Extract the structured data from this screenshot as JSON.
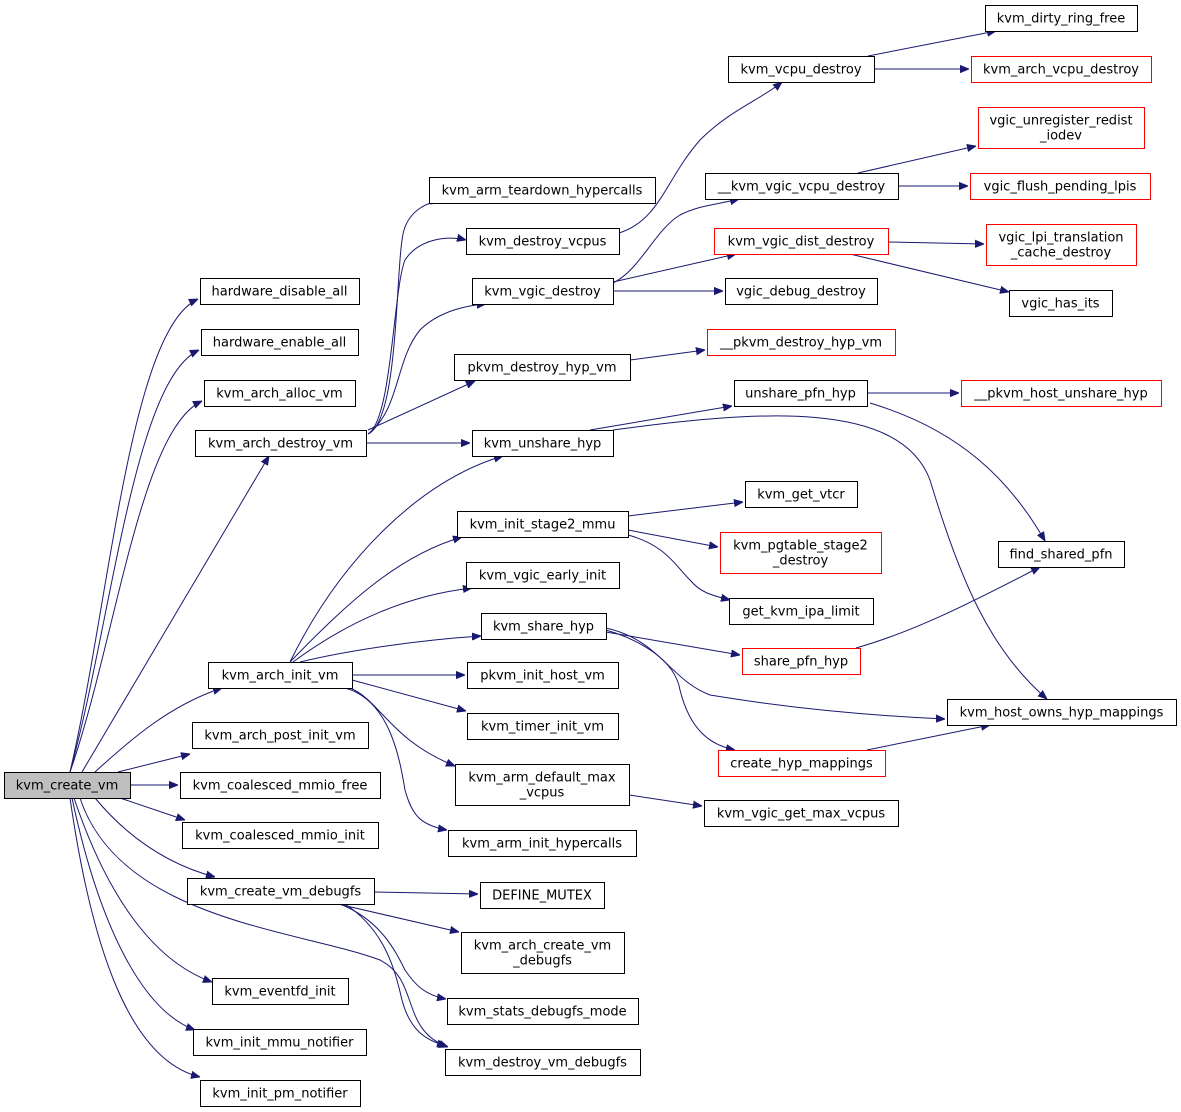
{
  "colors": {
    "edge": "#191970",
    "node_border": "#000000",
    "node_border_external": "#ff0000",
    "root_fill": "#bfbfbf",
    "background": "#ffffff"
  },
  "nodes": {
    "kvm_create_vm": {
      "label": "kvm_create_vm",
      "kind": "root"
    },
    "hardware_disable_all": {
      "label": "hardware_disable_all",
      "kind": "normal"
    },
    "hardware_enable_all": {
      "label": "hardware_enable_all",
      "kind": "normal"
    },
    "kvm_arch_alloc_vm": {
      "label": "kvm_arch_alloc_vm",
      "kind": "normal"
    },
    "kvm_arch_destroy_vm": {
      "label": "kvm_arch_destroy_vm",
      "kind": "normal"
    },
    "kvm_arch_init_vm": {
      "label": "kvm_arch_init_vm",
      "kind": "normal"
    },
    "kvm_arch_post_init_vm": {
      "label": "kvm_arch_post_init_vm",
      "kind": "normal"
    },
    "kvm_coalesced_mmio_free": {
      "label": "kvm_coalesced_mmio_free",
      "kind": "normal"
    },
    "kvm_coalesced_mmio_init": {
      "label": "kvm_coalesced_mmio_init",
      "kind": "normal"
    },
    "kvm_create_vm_debugfs": {
      "label": "kvm_create_vm_debugfs",
      "kind": "normal"
    },
    "kvm_eventfd_init": {
      "label": "kvm_eventfd_init",
      "kind": "normal"
    },
    "kvm_init_mmu_notifier": {
      "label": "kvm_init_mmu_notifier",
      "kind": "normal"
    },
    "kvm_init_pm_notifier": {
      "label": "kvm_init_pm_notifier",
      "kind": "normal"
    },
    "kvm_arm_teardown_hypercalls": {
      "label": "kvm_arm_teardown_hypercalls",
      "kind": "normal"
    },
    "kvm_destroy_vcpus": {
      "label": "kvm_destroy_vcpus",
      "kind": "normal"
    },
    "kvm_vgic_destroy": {
      "label": "kvm_vgic_destroy",
      "kind": "normal"
    },
    "pkvm_destroy_hyp_vm": {
      "label": "pkvm_destroy_hyp_vm",
      "kind": "normal"
    },
    "kvm_unshare_hyp": {
      "label": "kvm_unshare_hyp",
      "kind": "normal"
    },
    "kvm_init_stage2_mmu": {
      "label": "kvm_init_stage2_mmu",
      "kind": "normal"
    },
    "kvm_vgic_early_init": {
      "label": "kvm_vgic_early_init",
      "kind": "normal"
    },
    "kvm_share_hyp": {
      "label": "kvm_share_hyp",
      "kind": "normal"
    },
    "pkvm_init_host_vm": {
      "label": "pkvm_init_host_vm",
      "kind": "normal"
    },
    "kvm_timer_init_vm": {
      "label": "kvm_timer_init_vm",
      "kind": "normal"
    },
    "kvm_arm_default_max_vcpus": {
      "label": [
        "kvm_arm_default_max",
        "_vcpus"
      ],
      "kind": "normal"
    },
    "kvm_arm_init_hypercalls": {
      "label": "kvm_arm_init_hypercalls",
      "kind": "normal"
    },
    "DEFINE_MUTEX": {
      "label": "DEFINE_MUTEX",
      "kind": "normal"
    },
    "kvm_arch_create_vm_debugfs": {
      "label": [
        "kvm_arch_create_vm",
        "_debugfs"
      ],
      "kind": "normal"
    },
    "kvm_stats_debugfs_mode": {
      "label": "kvm_stats_debugfs_mode",
      "kind": "normal"
    },
    "kvm_destroy_vm_debugfs": {
      "label": "kvm_destroy_vm_debugfs",
      "kind": "normal"
    },
    "kvm_vcpu_destroy": {
      "label": "kvm_vcpu_destroy",
      "kind": "normal"
    },
    "__kvm_vgic_vcpu_destroy": {
      "label": "__kvm_vgic_vcpu_destroy",
      "kind": "normal"
    },
    "kvm_vgic_dist_destroy": {
      "label": "kvm_vgic_dist_destroy",
      "kind": "external"
    },
    "vgic_debug_destroy": {
      "label": "vgic_debug_destroy",
      "kind": "normal"
    },
    "__pkvm_destroy_hyp_vm": {
      "label": "__pkvm_destroy_hyp_vm",
      "kind": "external"
    },
    "unshare_pfn_hyp": {
      "label": "unshare_pfn_hyp",
      "kind": "normal"
    },
    "kvm_get_vtcr": {
      "label": "kvm_get_vtcr",
      "kind": "normal"
    },
    "kvm_pgtable_stage2_destroy": {
      "label": [
        "kvm_pgtable_stage2",
        "_destroy"
      ],
      "kind": "external"
    },
    "get_kvm_ipa_limit": {
      "label": "get_kvm_ipa_limit",
      "kind": "normal"
    },
    "share_pfn_hyp": {
      "label": "share_pfn_hyp",
      "kind": "external"
    },
    "create_hyp_mappings": {
      "label": "create_hyp_mappings",
      "kind": "external"
    },
    "kvm_vgic_get_max_vcpus": {
      "label": "kvm_vgic_get_max_vcpus",
      "kind": "normal"
    },
    "kvm_dirty_ring_free": {
      "label": "kvm_dirty_ring_free",
      "kind": "normal"
    },
    "kvm_arch_vcpu_destroy": {
      "label": "kvm_arch_vcpu_destroy",
      "kind": "external"
    },
    "vgic_unregister_redist_iodev": {
      "label": [
        "vgic_unregister_redist",
        "_iodev"
      ],
      "kind": "external"
    },
    "vgic_flush_pending_lpis": {
      "label": "vgic_flush_pending_lpis",
      "kind": "external"
    },
    "vgic_lpi_translation_cache_destroy": {
      "label": [
        "vgic_lpi_translation",
        "_cache_destroy"
      ],
      "kind": "external"
    },
    "vgic_has_its": {
      "label": "vgic_has_its",
      "kind": "normal"
    },
    "__pkvm_host_unshare_hyp": {
      "label": "__pkvm_host_unshare_hyp",
      "kind": "external"
    },
    "find_shared_pfn": {
      "label": "find_shared_pfn",
      "kind": "normal"
    },
    "kvm_host_owns_hyp_mappings": {
      "label": "kvm_host_owns_hyp_mappings",
      "kind": "normal"
    }
  },
  "edges": [
    [
      "kvm_create_vm",
      "hardware_disable_all"
    ],
    [
      "kvm_create_vm",
      "hardware_enable_all"
    ],
    [
      "kvm_create_vm",
      "kvm_arch_alloc_vm"
    ],
    [
      "kvm_create_vm",
      "kvm_arch_destroy_vm"
    ],
    [
      "kvm_create_vm",
      "kvm_arch_init_vm"
    ],
    [
      "kvm_create_vm",
      "kvm_arch_post_init_vm"
    ],
    [
      "kvm_create_vm",
      "kvm_coalesced_mmio_free"
    ],
    [
      "kvm_create_vm",
      "kvm_coalesced_mmio_init"
    ],
    [
      "kvm_create_vm",
      "kvm_create_vm_debugfs"
    ],
    [
      "kvm_create_vm",
      "kvm_eventfd_init"
    ],
    [
      "kvm_create_vm",
      "kvm_init_mmu_notifier"
    ],
    [
      "kvm_create_vm",
      "kvm_init_pm_notifier"
    ],
    [
      "kvm_create_vm",
      "kvm_destroy_vm_debugfs"
    ],
    [
      "kvm_arch_destroy_vm",
      "kvm_arm_teardown_hypercalls"
    ],
    [
      "kvm_arch_destroy_vm",
      "kvm_destroy_vcpus"
    ],
    [
      "kvm_arch_destroy_vm",
      "kvm_vgic_destroy"
    ],
    [
      "kvm_arch_destroy_vm",
      "pkvm_destroy_hyp_vm"
    ],
    [
      "kvm_arch_destroy_vm",
      "kvm_unshare_hyp"
    ],
    [
      "kvm_destroy_vcpus",
      "kvm_vcpu_destroy"
    ],
    [
      "kvm_vgic_destroy",
      "__kvm_vgic_vcpu_destroy"
    ],
    [
      "kvm_vgic_destroy",
      "kvm_vgic_dist_destroy"
    ],
    [
      "kvm_vgic_destroy",
      "vgic_debug_destroy"
    ],
    [
      "pkvm_destroy_hyp_vm",
      "__pkvm_destroy_hyp_vm"
    ],
    [
      "kvm_unshare_hyp",
      "unshare_pfn_hyp"
    ],
    [
      "kvm_unshare_hyp",
      "kvm_host_owns_hyp_mappings"
    ],
    [
      "kvm_arch_init_vm",
      "kvm_unshare_hyp"
    ],
    [
      "kvm_arch_init_vm",
      "kvm_init_stage2_mmu"
    ],
    [
      "kvm_arch_init_vm",
      "kvm_vgic_early_init"
    ],
    [
      "kvm_arch_init_vm",
      "kvm_share_hyp"
    ],
    [
      "kvm_arch_init_vm",
      "pkvm_init_host_vm"
    ],
    [
      "kvm_arch_init_vm",
      "kvm_timer_init_vm"
    ],
    [
      "kvm_arch_init_vm",
      "kvm_arm_default_max_vcpus"
    ],
    [
      "kvm_arch_init_vm",
      "kvm_arm_init_hypercalls"
    ],
    [
      "kvm_init_stage2_mmu",
      "kvm_get_vtcr"
    ],
    [
      "kvm_init_stage2_mmu",
      "kvm_pgtable_stage2_destroy"
    ],
    [
      "kvm_init_stage2_mmu",
      "get_kvm_ipa_limit"
    ],
    [
      "kvm_share_hyp",
      "share_pfn_hyp"
    ],
    [
      "kvm_share_hyp",
      "create_hyp_mappings"
    ],
    [
      "kvm_share_hyp",
      "kvm_host_owns_hyp_mappings"
    ],
    [
      "kvm_arm_default_max_vcpus",
      "kvm_vgic_get_max_vcpus"
    ],
    [
      "kvm_create_vm_debugfs",
      "DEFINE_MUTEX"
    ],
    [
      "kvm_create_vm_debugfs",
      "kvm_arch_create_vm_debugfs"
    ],
    [
      "kvm_create_vm_debugfs",
      "kvm_stats_debugfs_mode"
    ],
    [
      "kvm_create_vm_debugfs",
      "kvm_destroy_vm_debugfs"
    ],
    [
      "kvm_vcpu_destroy",
      "kvm_dirty_ring_free"
    ],
    [
      "kvm_vcpu_destroy",
      "kvm_arch_vcpu_destroy"
    ],
    [
      "__kvm_vgic_vcpu_destroy",
      "vgic_unregister_redist_iodev"
    ],
    [
      "__kvm_vgic_vcpu_destroy",
      "vgic_flush_pending_lpis"
    ],
    [
      "kvm_vgic_dist_destroy",
      "vgic_lpi_translation_cache_destroy"
    ],
    [
      "kvm_vgic_dist_destroy",
      "vgic_has_its"
    ],
    [
      "unshare_pfn_hyp",
      "__pkvm_host_unshare_hyp"
    ],
    [
      "unshare_pfn_hyp",
      "find_shared_pfn"
    ],
    [
      "share_pfn_hyp",
      "find_shared_pfn"
    ],
    [
      "create_hyp_mappings",
      "kvm_host_owns_hyp_mappings"
    ]
  ]
}
